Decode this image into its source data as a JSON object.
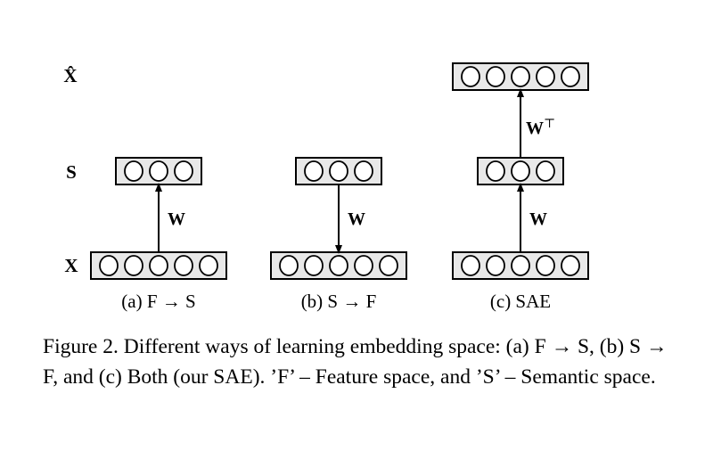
{
  "row_labels": {
    "x_hat": "X̂",
    "s": "S",
    "x": "X"
  },
  "panels": [
    {
      "caption": "(a) F → S",
      "weight_label": "W",
      "arrow_direction": "up",
      "bottom_units": 5,
      "top_units": 3
    },
    {
      "caption": "(b) S → F",
      "weight_label": "W",
      "arrow_direction": "down",
      "bottom_units": 5,
      "top_units": 3
    },
    {
      "caption": "(c) SAE",
      "weight_label_lower": "W",
      "weight_label_upper": "W",
      "weight_label_upper_superscript": "⊤",
      "arrow_direction": "up",
      "bottom_units": 5,
      "middle_units": 3,
      "top_units": 5
    }
  ],
  "figure_caption": "Figure 2. Different ways of learning embedding space: (a) F → S, (b) S → F, and (c) Both (our SAE). ’F’ – Feature space, and ’S’ – Semantic space.",
  "colors": {
    "box_fill": "#e8e8e8",
    "stroke": "#000000"
  }
}
